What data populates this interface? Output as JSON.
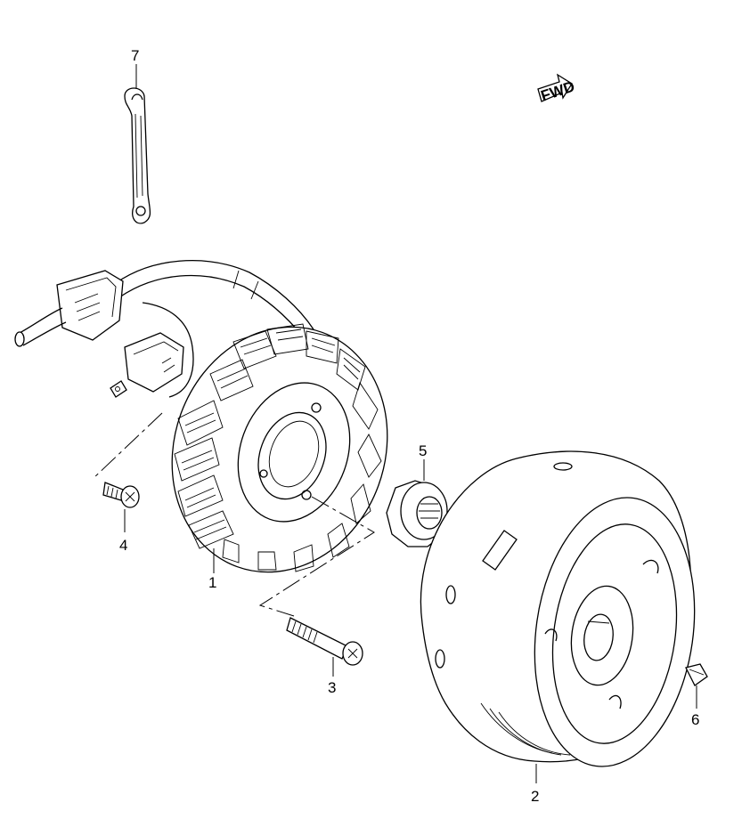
{
  "diagram": {
    "callouts": [
      {
        "id": "1",
        "label": "1"
      },
      {
        "id": "2",
        "label": "2"
      },
      {
        "id": "3",
        "label": "3"
      },
      {
        "id": "4",
        "label": "4"
      },
      {
        "id": "5",
        "label": "5"
      },
      {
        "id": "6",
        "label": "6"
      },
      {
        "id": "7",
        "label": "7"
      }
    ],
    "fwd_badge": "FWD"
  }
}
